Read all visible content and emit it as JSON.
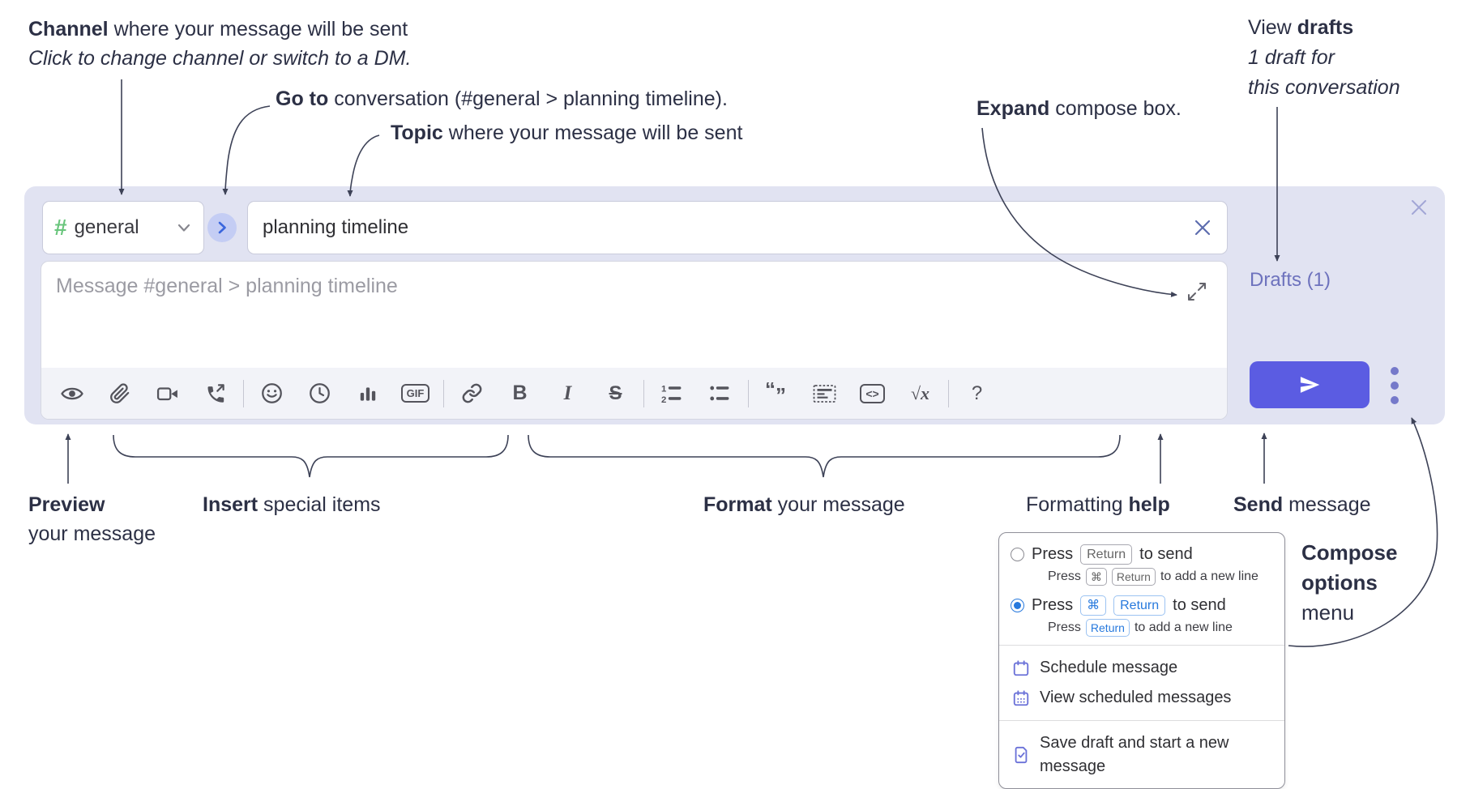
{
  "annotations": {
    "channel": {
      "bold": "Channel",
      "rest": " where your message will be sent",
      "sub": "Click to change channel or switch to a DM."
    },
    "goto": {
      "bold": "Go to",
      "rest": " conversation (#general > planning timeline)."
    },
    "topic": {
      "bold": "Topic",
      "rest": " where your message will be sent"
    },
    "expand": {
      "bold": "Expand",
      "rest": " compose box."
    },
    "drafts": {
      "pre": "View ",
      "bold": "drafts",
      "line2": "1 draft for",
      "line3": "this conversation"
    },
    "preview": {
      "bold": "Preview",
      "line2": "your message"
    },
    "insert": {
      "bold": "Insert",
      "rest": " special items"
    },
    "format": {
      "bold": "Format",
      "rest": " your message"
    },
    "help": {
      "pre": "Formatting ",
      "bold": "help"
    },
    "send": {
      "bold": "Send",
      "rest": " message"
    },
    "compose_options": {
      "bold1": "Compose",
      "bold2": "options",
      "line3": "menu"
    }
  },
  "compose_box": {
    "channel": {
      "hash": "#",
      "name": "general"
    },
    "topic_value": "planning timeline",
    "message_placeholder": "Message #general > planning timeline",
    "drafts_link": "Drafts (1)",
    "toolbar_icons": [
      "preview",
      "attach-file",
      "video-call",
      "voice-call",
      "emoji",
      "time",
      "poll",
      "gif",
      "link",
      "bold",
      "italic",
      "strikethrough",
      "numbered-list",
      "bulleted-list",
      "quote",
      "spoiler",
      "code",
      "math",
      "message-formatting-help"
    ],
    "glyphs": {
      "gif": "GIF",
      "bold": "B",
      "italic": "I",
      "strike": "S",
      "code": "<>",
      "math_root": "√",
      "math_x": "x",
      "help": "?"
    }
  },
  "compose_menu": {
    "options": [
      {
        "selected": false,
        "pre": "Press",
        "key1": "Return",
        "post": "to send",
        "sub_pre": "Press",
        "sub_key1": "⌘",
        "sub_key2": "Return",
        "sub_post": "to add a new line"
      },
      {
        "selected": true,
        "pre": "Press",
        "key1": "⌘",
        "key2": "Return",
        "post": "to send",
        "sub_pre": "Press",
        "sub_key1": "Return",
        "sub_post": "to add a new line"
      }
    ],
    "items": [
      {
        "icon": "calendar-icon",
        "label": "Schedule message"
      },
      {
        "icon": "calendar-grid-icon",
        "label": "View scheduled messages"
      },
      {
        "icon": "save-draft-icon",
        "label": "Save draft and start a new message"
      }
    ]
  },
  "colors": {
    "compose_bg": "#e1e3f2",
    "accent_send": "#5b5ce2",
    "drafts_link": "#6d72bd",
    "channel_hash_green": "#69c57c",
    "goto_circle": "#c4cdf4",
    "goto_chevron": "#3a66dd",
    "kbd_blue": "#2779dd",
    "menu_icon_purple": "#6a71d8",
    "annotation_ink": "#2c3045",
    "toolbar_icon": "#54545c"
  }
}
